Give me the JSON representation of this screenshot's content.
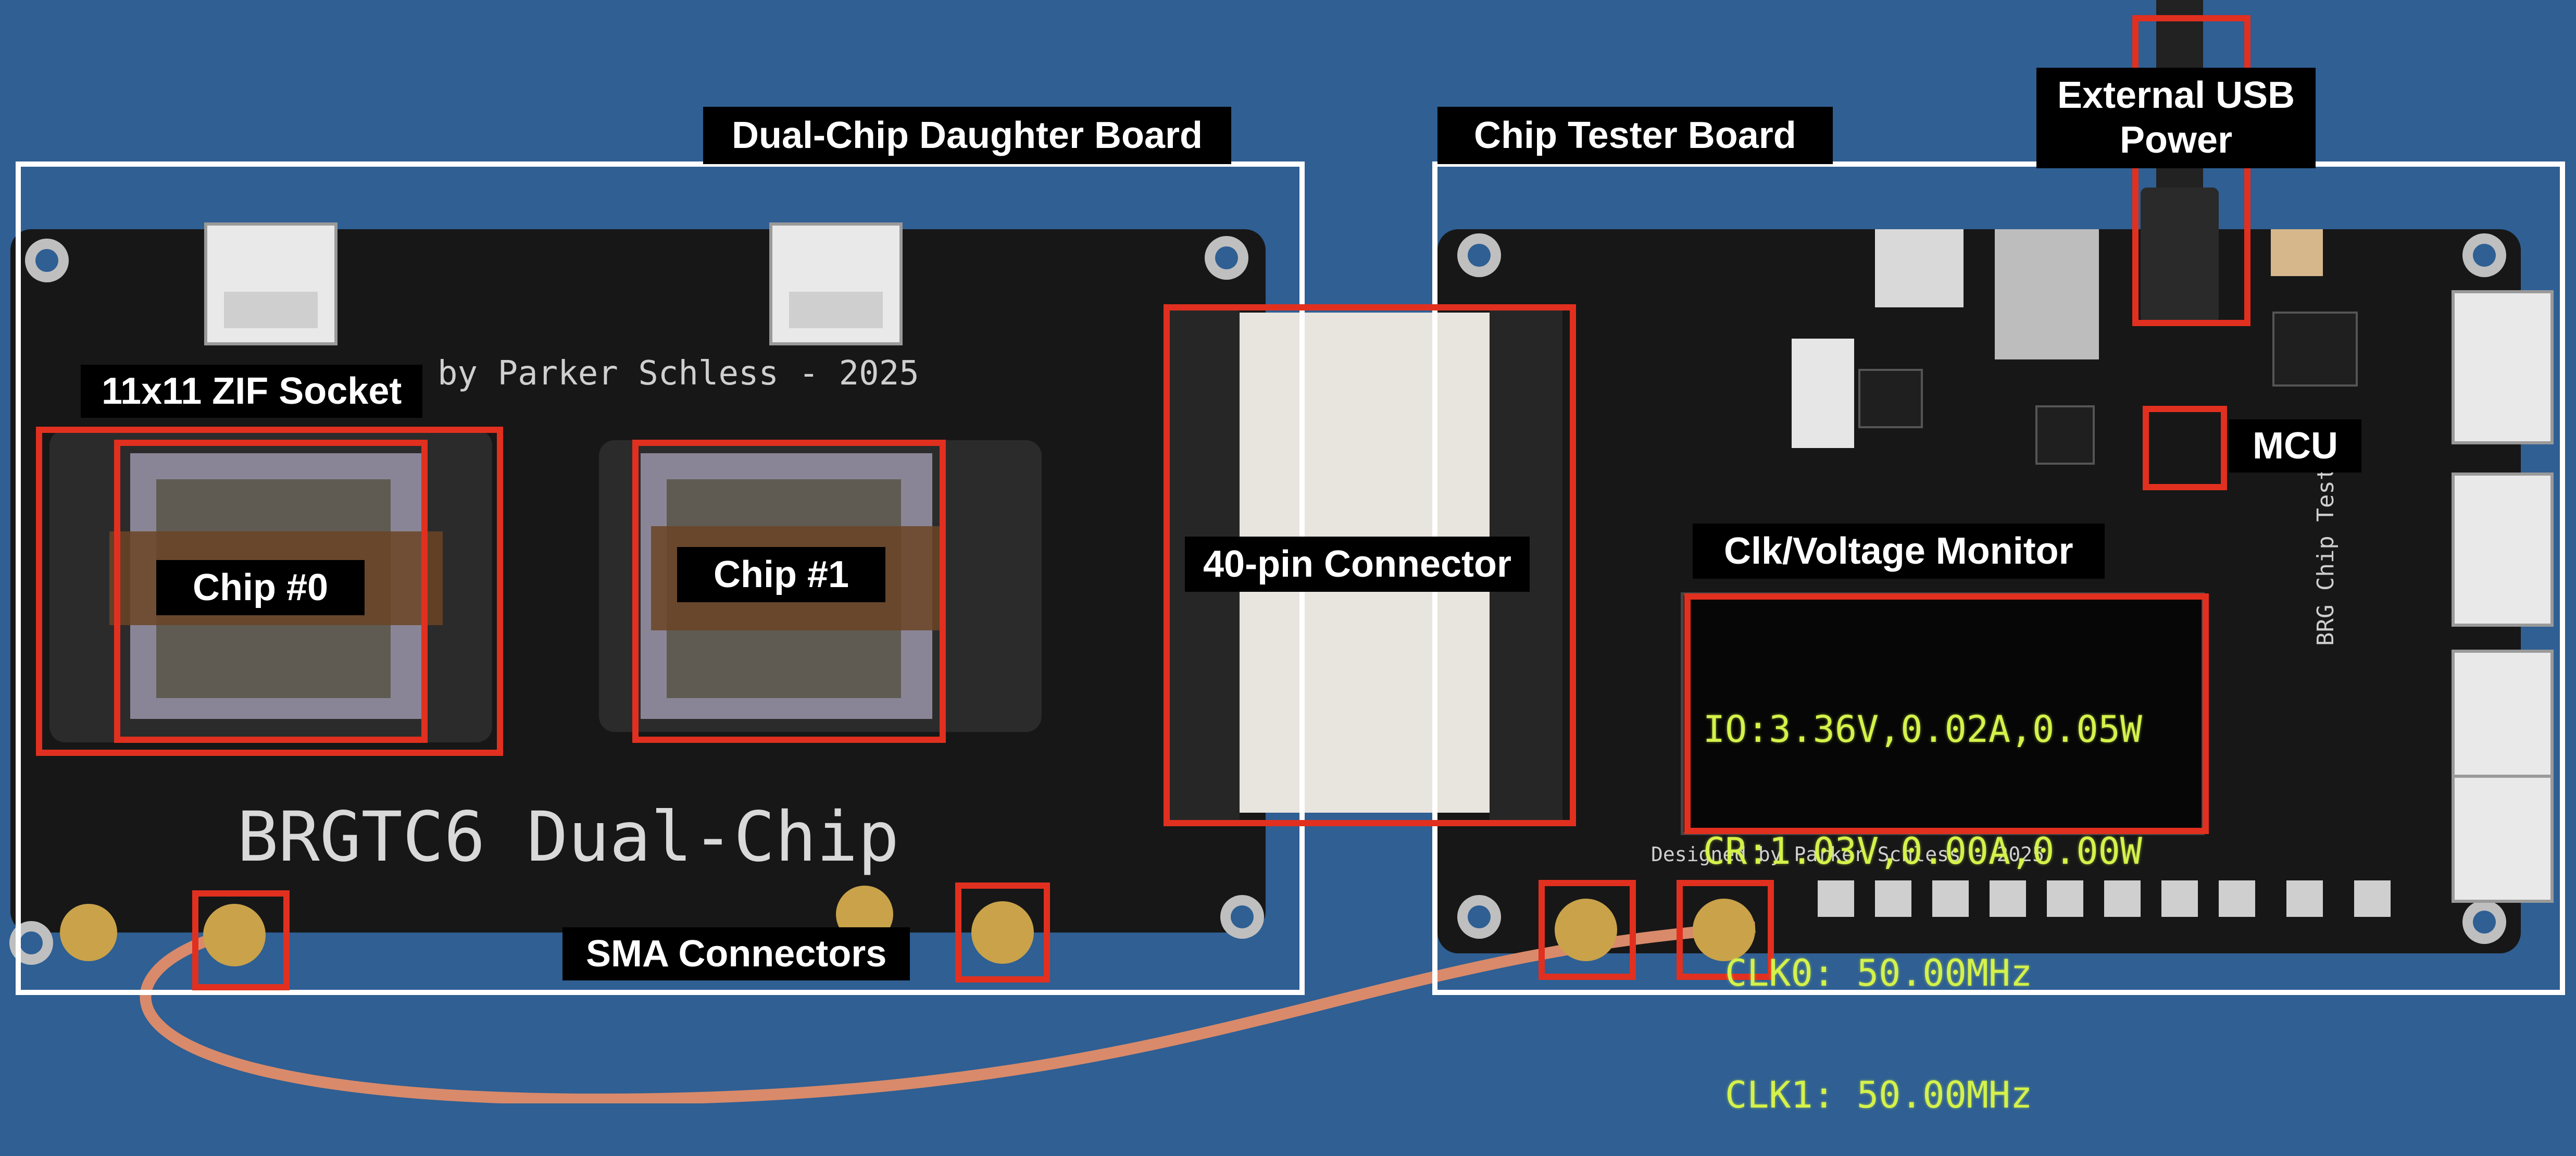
{
  "colors": {
    "background": "#2f5f93",
    "pcb": "#171717",
    "annotation_box": "#e1301f",
    "outline": "#ffffff",
    "oled_text": "#d4f24a",
    "cable": "#d98a6a"
  },
  "labels": {
    "daughter_board": "Dual-Chip Daughter Board",
    "tester_board": "Chip Tester Board",
    "usb_power": "External USB\nPower",
    "zif_socket": "11x11 ZIF Socket",
    "chip0": "Chip #0",
    "chip1": "Chip #1",
    "connector": "40-pin Connector",
    "mcu": "MCU",
    "monitor": "Clk/Voltage Monitor",
    "sma": "SMA Connectors"
  },
  "oled": [
    "IO:3.36V,0.02A,0.05W",
    "CR:1.03V,0.00A,0.00W",
    " CLK0: 50.00MHz",
    " CLK1: 50.00MHz"
  ],
  "silkscreen": {
    "board_name": "BRGTC6 Dual-Chip",
    "author_left": "by Parker Schless - 2025",
    "author_right": "Designed by Parker Schless - 2025",
    "tester_name": "BRG Chip Tester"
  }
}
